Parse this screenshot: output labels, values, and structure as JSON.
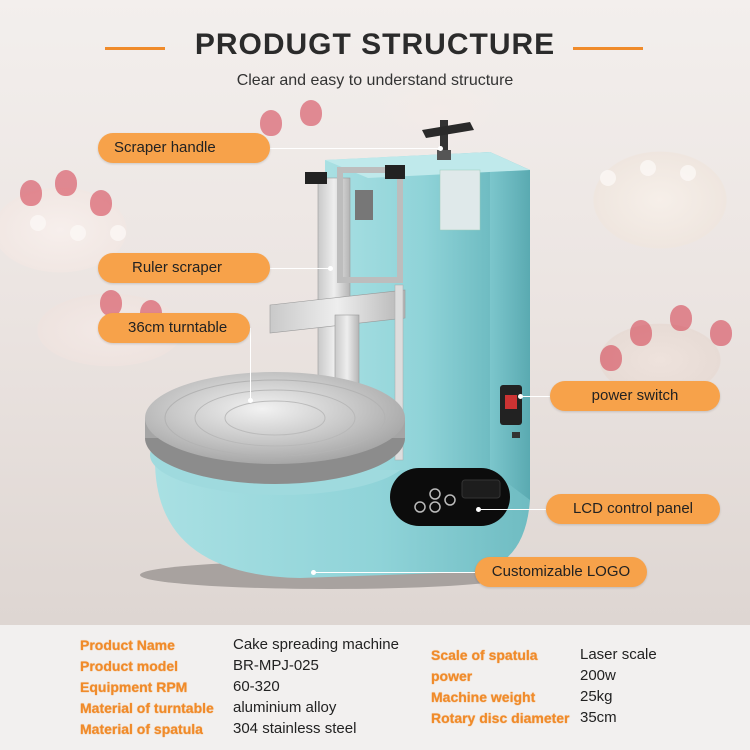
{
  "header": {
    "title": "PRODUGT STRUCTURE",
    "subtitle": "Clear and easy to understand structure"
  },
  "labels": {
    "scraper_handle": "Scraper handle",
    "ruler_scraper": "Ruler scraper",
    "turntable": "36cm turntable",
    "power_switch": "power switch",
    "lcd_panel": "LCD control panel",
    "logo": "Customizable LOGO"
  },
  "specs": {
    "left": [
      {
        "key": "Product Name",
        "value": "Cake spreading machine"
      },
      {
        "key": "Product model",
        "value": "BR-MPJ-025"
      },
      {
        "key": "Equipment RPM",
        "value": "60-320"
      },
      {
        "key": "Material of turntable",
        "value": "aluminium alloy"
      },
      {
        "key": "Material of spatula",
        "value": "304 stainless steel"
      }
    ],
    "right": [
      {
        "key": "Scale of spatula",
        "value": "Laser scale"
      },
      {
        "key": "power",
        "value": "200w"
      },
      {
        "key": "Machine weight",
        "value": "25kg"
      },
      {
        "key": "Rotary disc diameter",
        "value": "35cm"
      }
    ]
  },
  "colors": {
    "accent": "#f08b2a",
    "label_bg": "#f7a24a",
    "machine_body": "#8fd3d8"
  }
}
